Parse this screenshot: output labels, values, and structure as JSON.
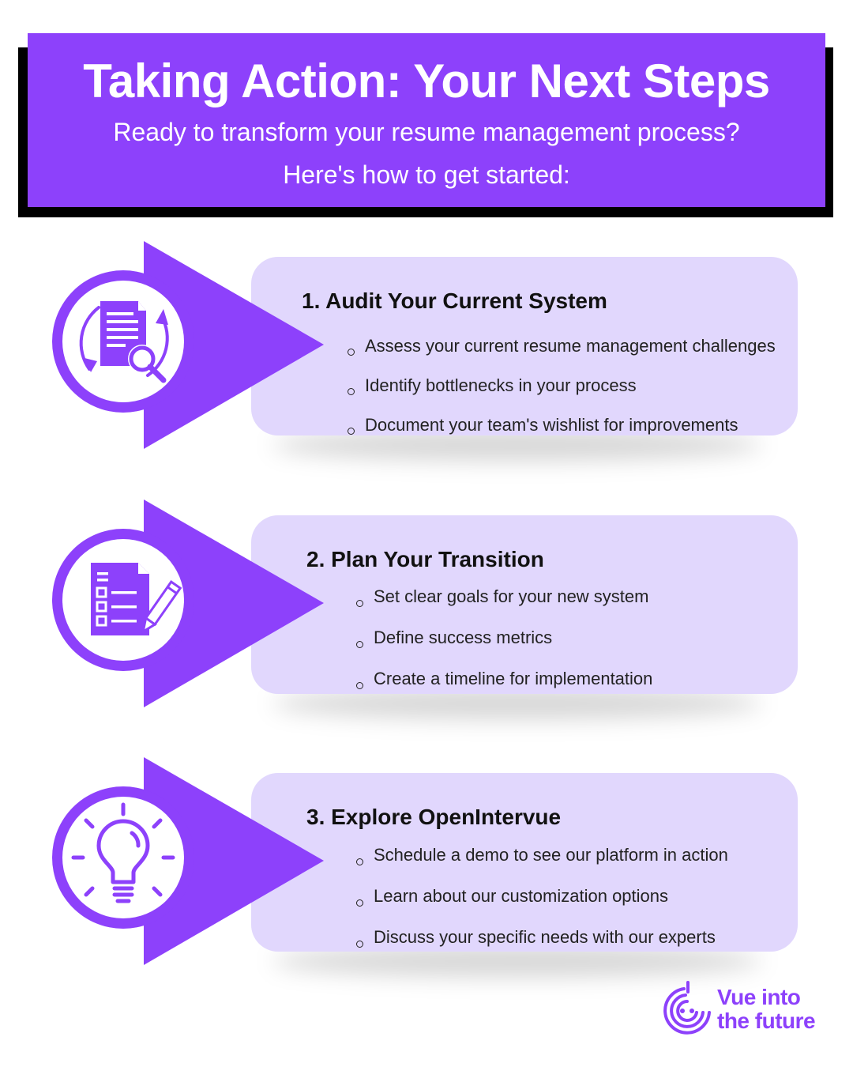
{
  "header": {
    "title": "Taking Action: Your Next Steps",
    "subtitle_line1": "Ready to transform your resume management process?",
    "subtitle_line2": "Here's how to get started:"
  },
  "steps": [
    {
      "title": "1. Audit Your Current System",
      "icon": "document-search-icon",
      "bullets": [
        "Assess your current resume management challenges",
        "Identify bottlenecks in your process",
        "Document your team's wishlist for improvements"
      ]
    },
    {
      "title": "2. Plan Your Transition",
      "icon": "checklist-pencil-icon",
      "bullets": [
        "Set clear goals for your new system",
        "Define success metrics",
        "Create a timeline for implementation"
      ]
    },
    {
      "title": "3. Explore OpenIntervue",
      "icon": "lightbulb-icon",
      "bullets": [
        "Schedule a demo to see our platform in action",
        "Learn about our customization options",
        "Discuss your specific needs with our experts"
      ]
    }
  ],
  "logo": {
    "line1": "Vue into",
    "line2": "the future",
    "icon": "target-face-icon"
  },
  "colors": {
    "accent": "#8d41fb",
    "card": "#e1d7fd",
    "header_shadow": "#000000"
  }
}
